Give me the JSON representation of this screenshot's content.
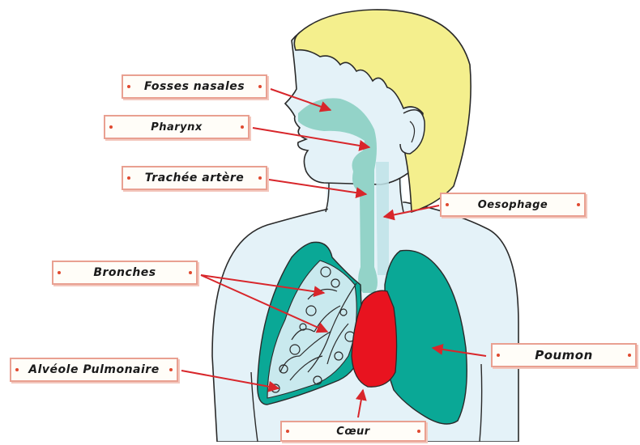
{
  "labels": {
    "fosses_nasales": "Fosses nasales",
    "pharynx": "Pharynx",
    "trachee": "Trachée artère",
    "oesophage": "Oesophage",
    "bronches": "Bronches",
    "alveole": "Alvéole Pulmonaire",
    "poumon": "Poumon",
    "coeur": "Cœur"
  },
  "colors": {
    "hair": "#f4ef8d",
    "skin": "#e4f2f8",
    "airway": "#93d3c8",
    "lung": "#0aa896",
    "heart": "#e8131f",
    "arrow": "#d8262b",
    "outline": "#2a2a2a"
  }
}
